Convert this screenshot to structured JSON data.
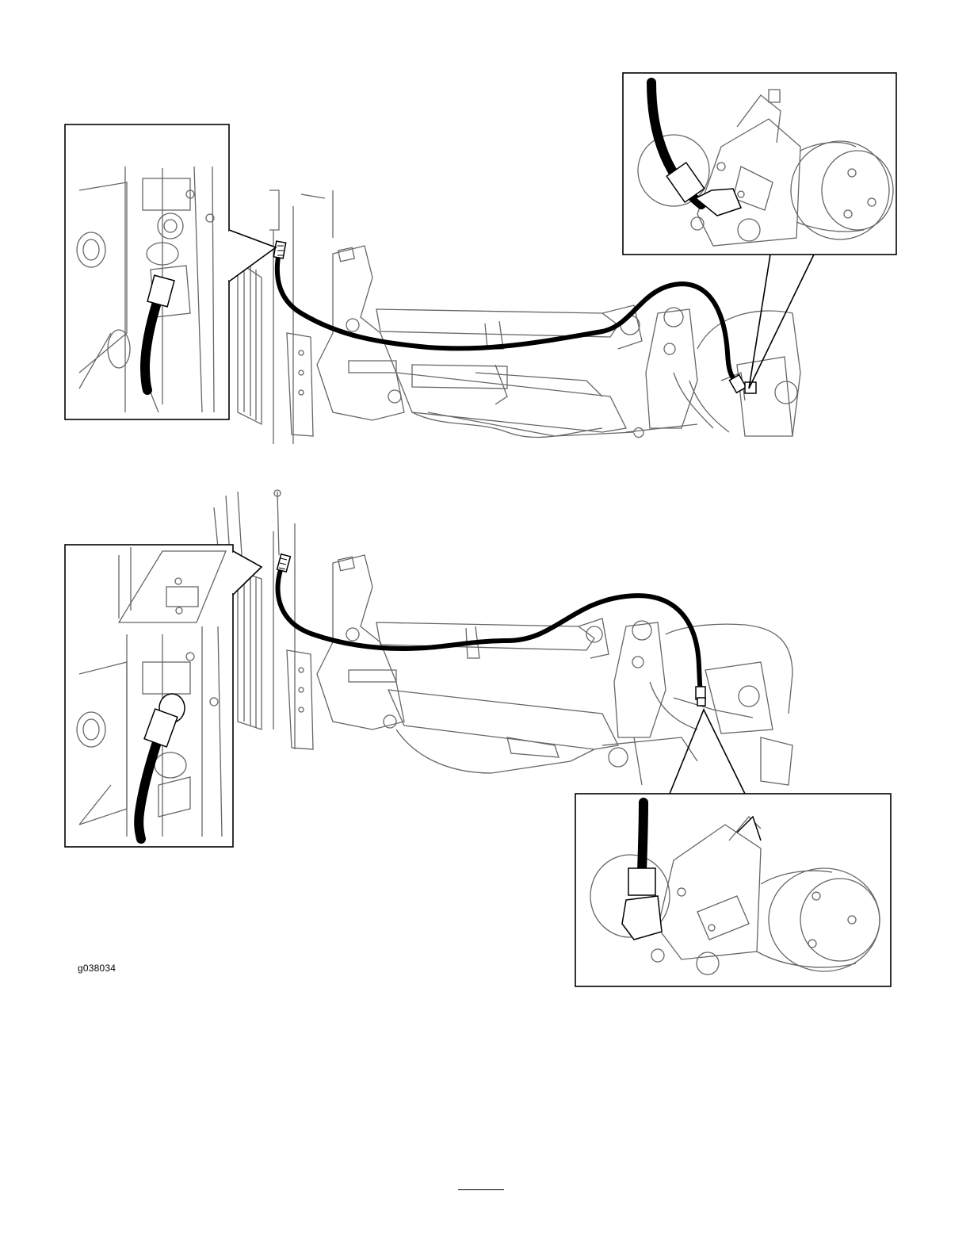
{
  "figure": {
    "id_label": "g038034",
    "colors": {
      "hose": "#000000",
      "line_art": "#555555",
      "callout_frame": "#000000",
      "background": "#ffffff"
    }
  },
  "illustrations": [
    {
      "name": "hose-routing-upper",
      "callouts": [
        "left-fitting-detail",
        "right-fitting-detail"
      ]
    },
    {
      "name": "hose-routing-lower",
      "callouts": [
        "left-fitting-detail",
        "right-fitting-detail"
      ]
    }
  ]
}
